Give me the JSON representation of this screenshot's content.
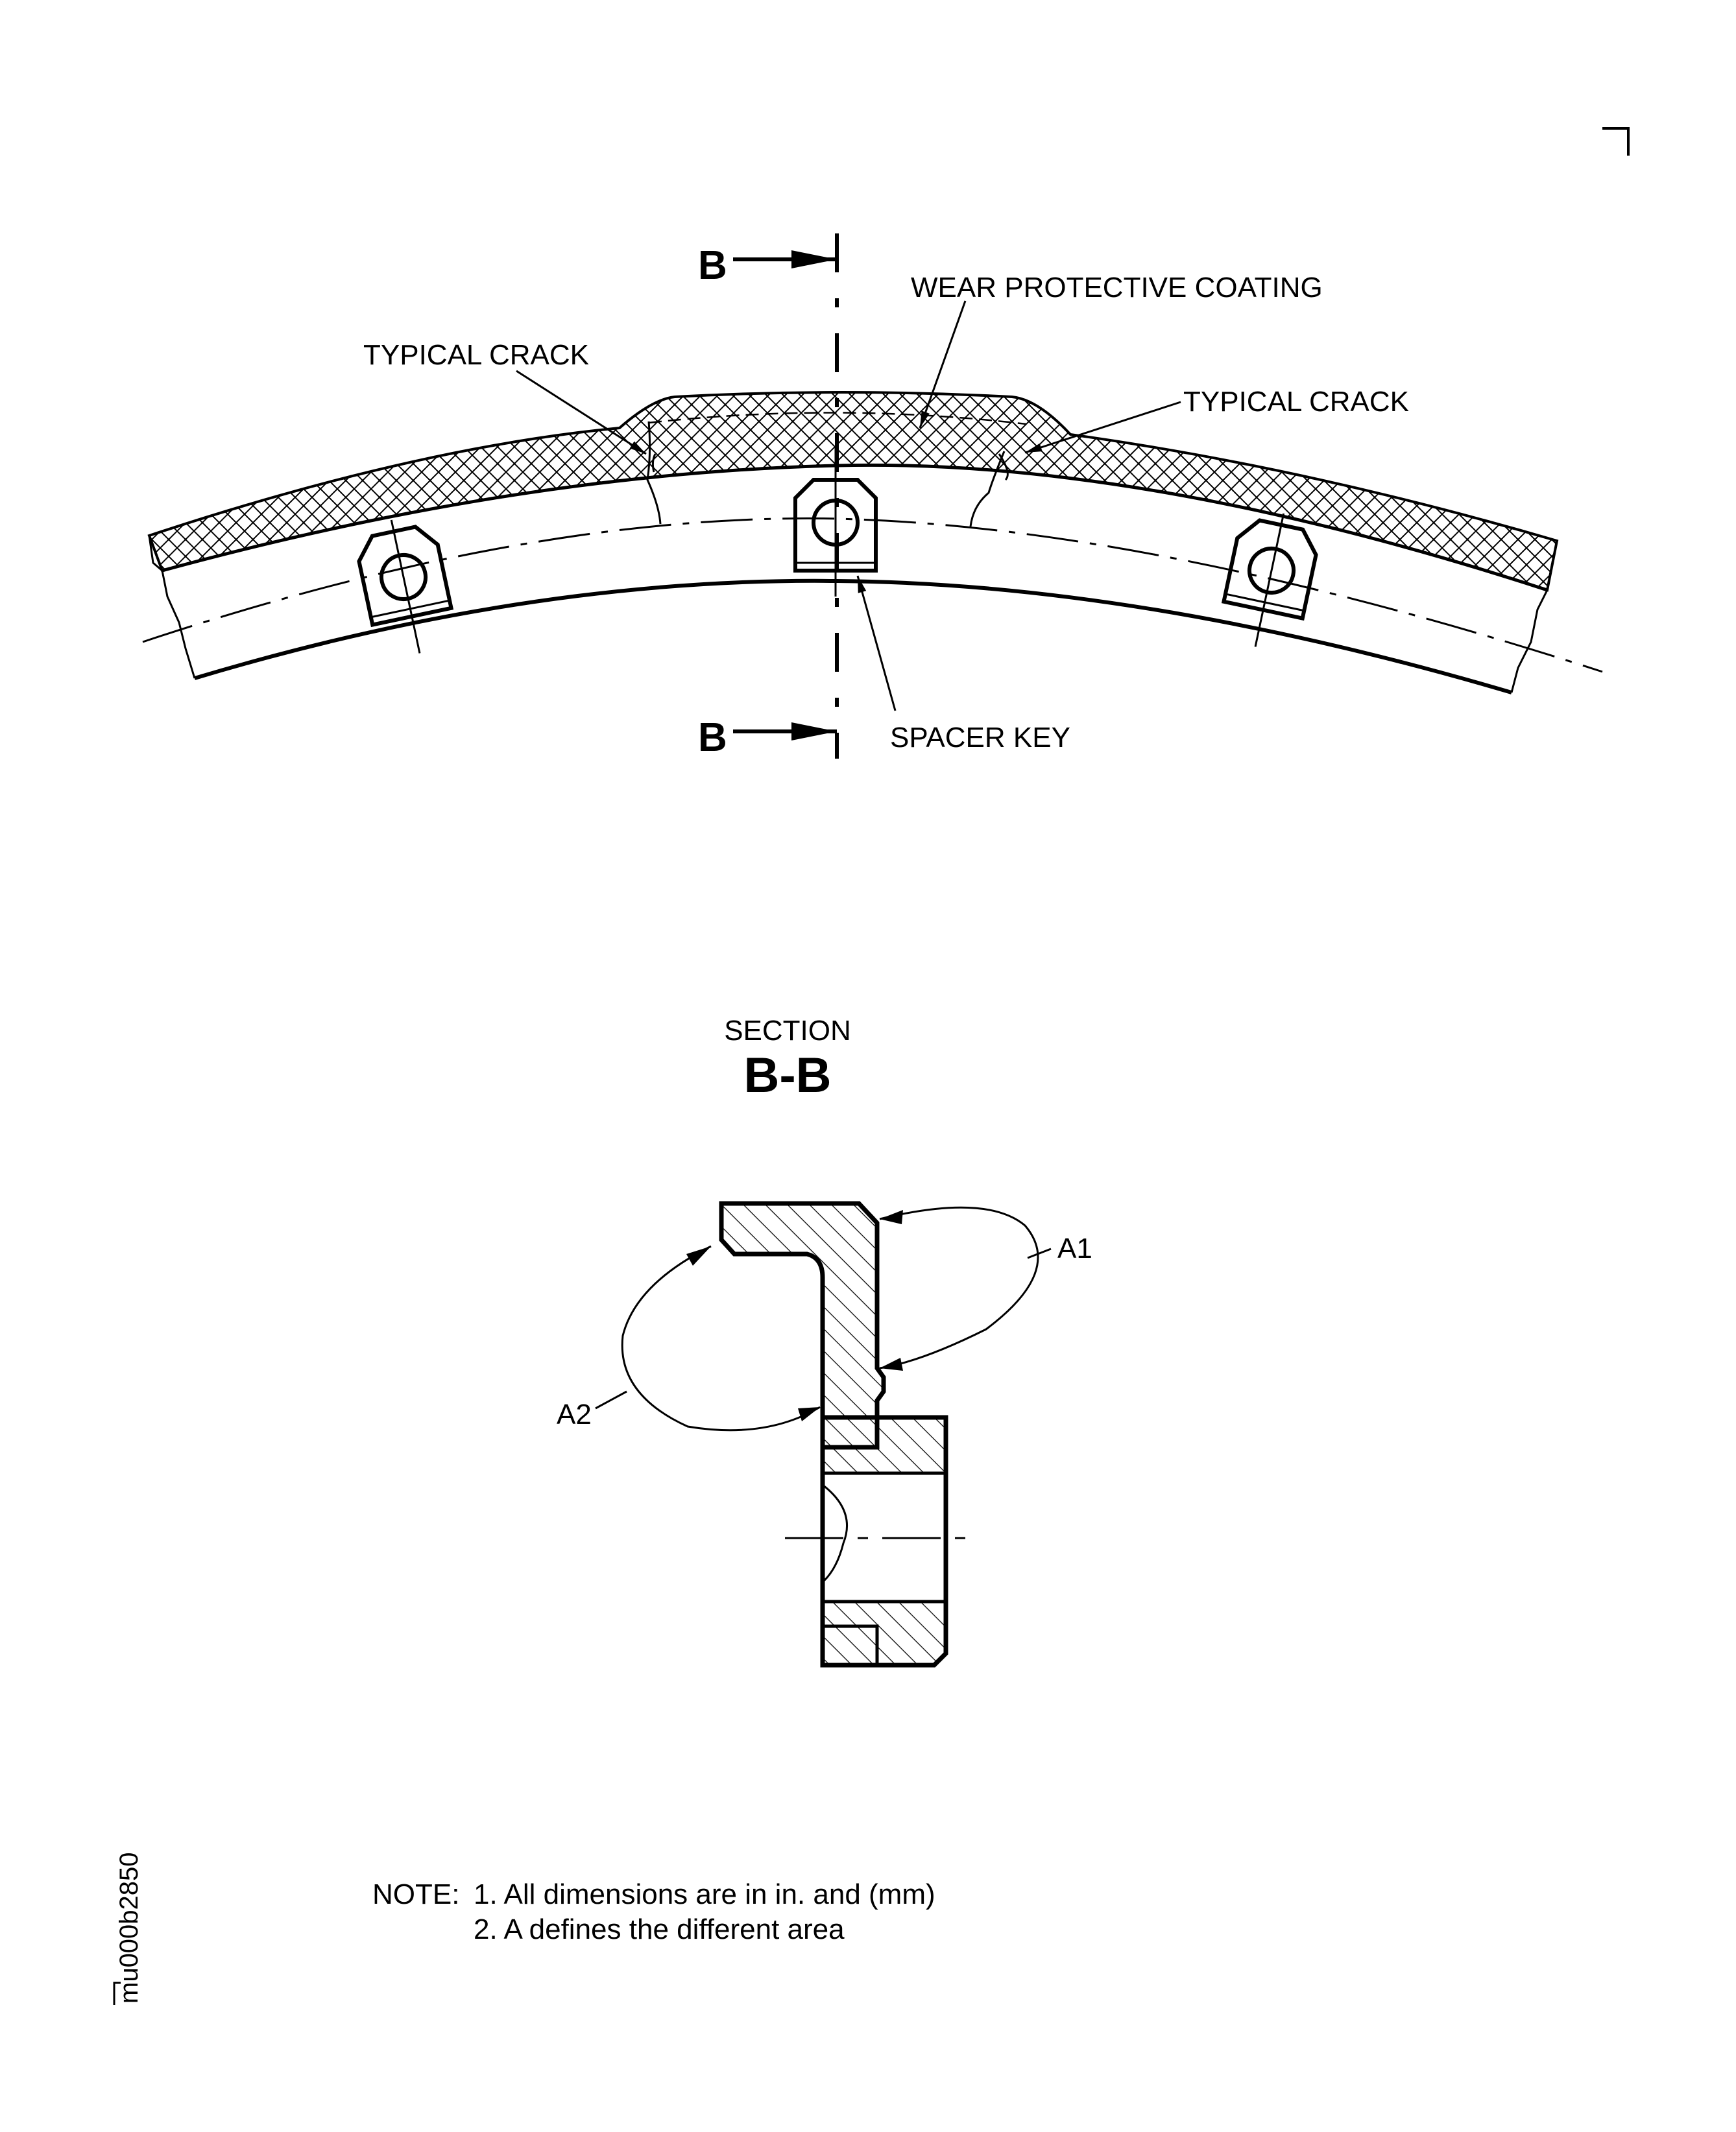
{
  "labels": {
    "section_marker_top": "B",
    "section_marker_bottom": "B",
    "wear_coating": "WEAR PROTECTIVE COATING",
    "typical_crack_left": "TYPICAL CRACK",
    "typical_crack_right": "TYPICAL CRACK",
    "spacer_key": "SPACER KEY",
    "section_word": "SECTION",
    "section_name": "B-B",
    "area_a1": "A1",
    "area_a2": "A2"
  },
  "notes": {
    "prefix": "NOTE:",
    "line1": "1. All dimensions are in in. and (mm)",
    "line2": "2. A defines the different area"
  },
  "figure_code": "mu000b2850"
}
